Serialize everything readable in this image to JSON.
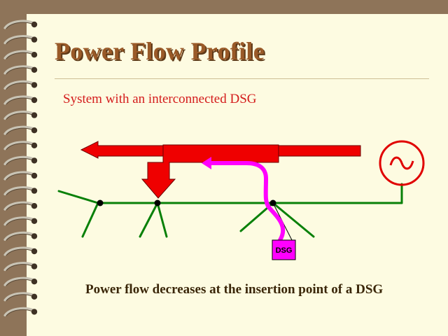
{
  "slide": {
    "title": "Power Flow Profile",
    "subtitle": "System with an interconnected DSG",
    "caption": "Power flow decreases at the insertion point of a DSG"
  },
  "diagram": {
    "dsg_label": "DSG",
    "colors": {
      "feeder_line": "#088008",
      "power_flow_arrow": "#ef0000",
      "dsg_flow": "#ff00ff",
      "dsg_box": "#ff00ff",
      "generator_symbol": "#e00000",
      "node": "#000000"
    },
    "icons": {
      "generator": "ac-source-icon"
    }
  }
}
